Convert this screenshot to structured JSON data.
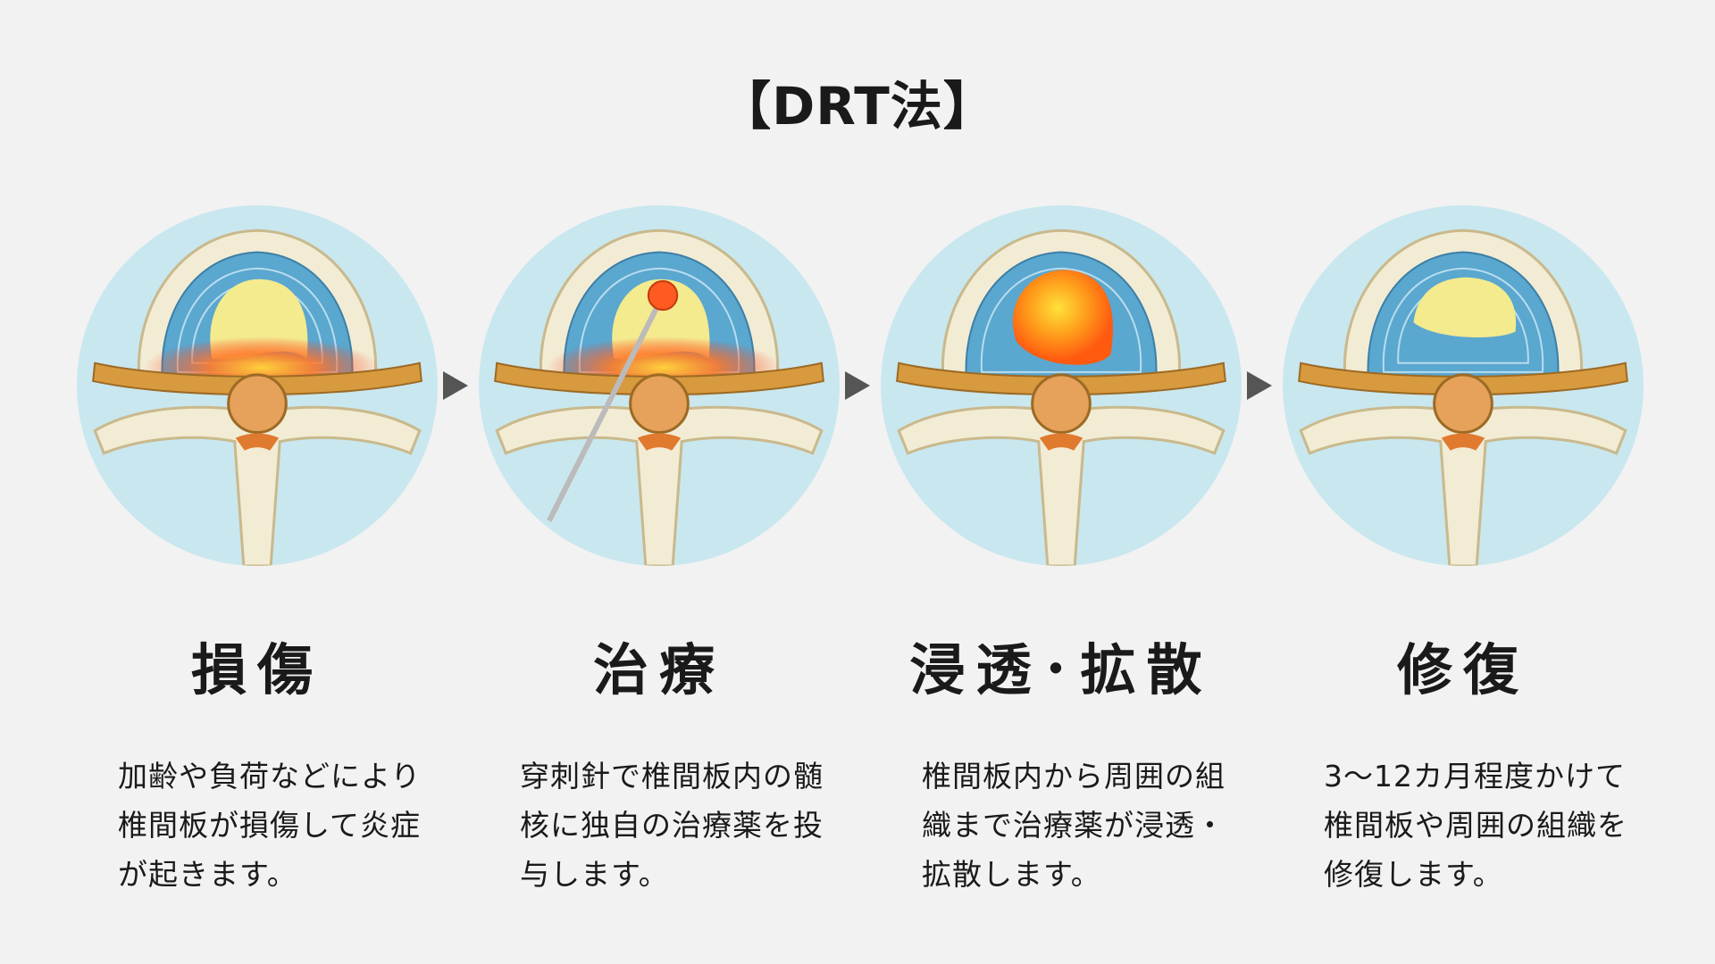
{
  "title": "【DRT法】",
  "stages": [
    {
      "title": "損傷",
      "description": "加齢や負荷などにより椎間板が損傷して炎症が起きます。"
    },
    {
      "title": "治療",
      "description": "穿刺針で椎間板内の髄核に独自の治療薬を投与します。"
    },
    {
      "title": "浸透･拡散",
      "description": "椎間板内から周囲の組織まで治療薬が浸透・拡散します。"
    },
    {
      "title": "修復",
      "description": "3〜12カ月程度かけて椎間板や周囲の組織を修復します。"
    }
  ],
  "colors": {
    "background": "#f2f2f2",
    "circle": "#c9e7ef",
    "bone": "#f2ecd5",
    "disc": "#5aa7cf",
    "nucleus": "#f4ea8e",
    "ligament": "#d89a3e",
    "nerve": "#e6a15a",
    "inflammation": "#ff3a1a",
    "arrow": "#555555"
  },
  "icons": [
    "spine-cross-section-illustration",
    "triangle-arrow-icon",
    "needle-icon"
  ]
}
